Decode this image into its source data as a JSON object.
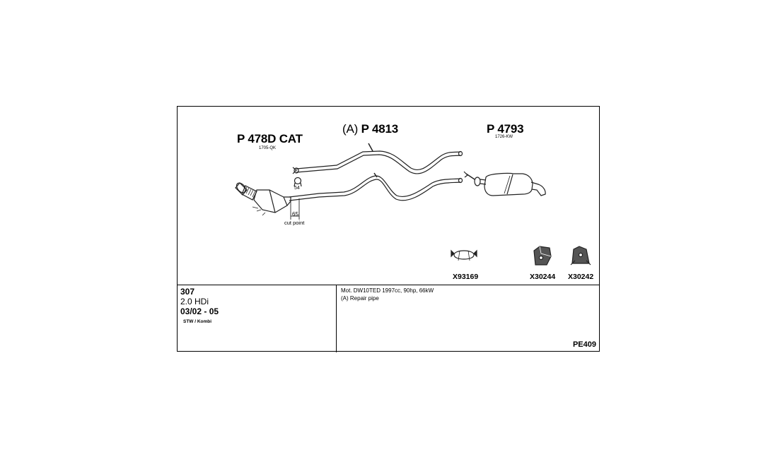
{
  "parts": {
    "cat": {
      "label": "P 478D CAT",
      "code": "1705-QK"
    },
    "mid": {
      "prefix": "(A)",
      "label": "P 4813"
    },
    "rear": {
      "label": "P 4793",
      "code": "1726-KW"
    }
  },
  "dimensions": {
    "clamp_size": "54",
    "cut_distance": "65",
    "cut_label": "cut point"
  },
  "accessories": [
    {
      "code": "X93169",
      "icon": "clamp-icon"
    },
    {
      "code": "X30244",
      "icon": "rubber-mount-icon"
    },
    {
      "code": "X30242",
      "icon": "bracket-mount-icon"
    }
  ],
  "vehicle": {
    "model": "307",
    "engine": "2.0 HDi",
    "years": "03/02 - 05",
    "body": "STW / Kombi"
  },
  "notes": [
    "Mot. DW10TED 1997cc, 90hp, 66kW",
    "(A) Repair pipe"
  ],
  "reference": "PE409"
}
